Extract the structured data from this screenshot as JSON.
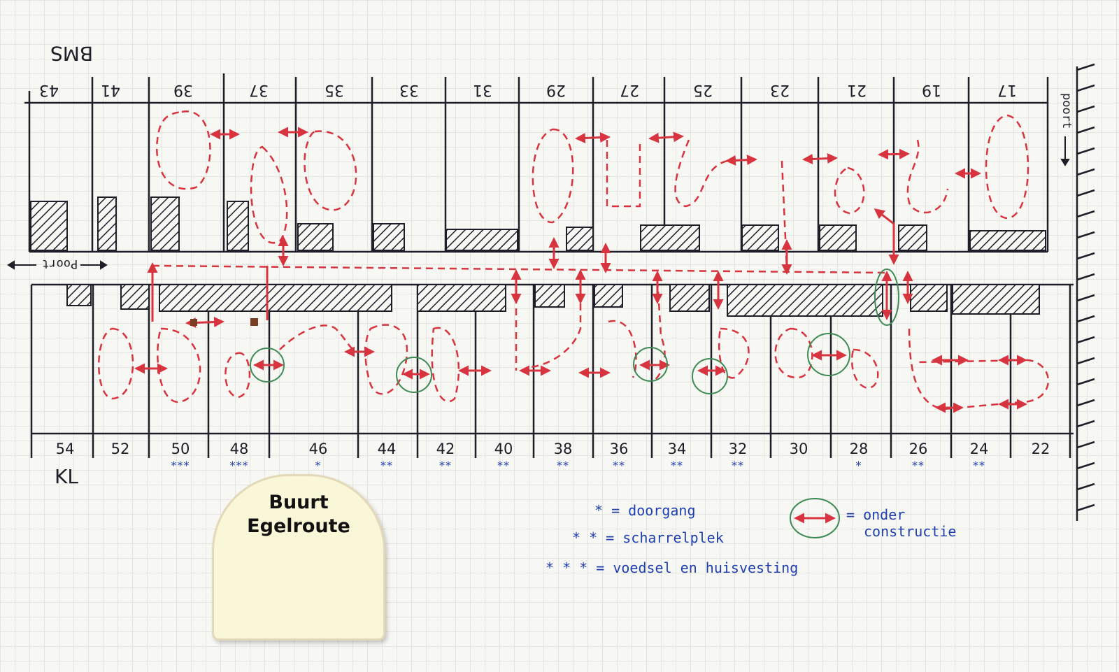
{
  "top_street": "BMS",
  "bottom_street": "KL",
  "gate_middle": "Poort",
  "gate_right": "poort",
  "top_houses": [
    "43",
    "41",
    "39",
    "37",
    "35",
    "33",
    "31",
    "29",
    "27",
    "25",
    "23",
    "21",
    "19",
    "17"
  ],
  "bottom_houses": [
    "54",
    "52",
    "50",
    "48",
    "46",
    "44",
    "42",
    "40",
    "38",
    "36",
    "34",
    "32",
    "30",
    "28",
    "26",
    "24",
    "22"
  ],
  "bottom_stars": [
    "",
    "",
    "***",
    "***",
    "*",
    "**",
    "**",
    "**",
    "**",
    "**",
    "**",
    "**",
    "",
    "*",
    "**",
    "**",
    ""
  ],
  "legend": {
    "doorgang": "* = doorgang",
    "scharrelplek": "* * = scharrelplek",
    "voedsel": "* * * = voedsel en huisvesting",
    "onder": "= onder",
    "constructie": "constructie"
  },
  "badge": {
    "line1": "Buurt",
    "line2": "Egelroute"
  },
  "colors": {
    "route": "#d8343f",
    "ink": "#1e1e28",
    "stars": "#1f3fb0",
    "construction": "#3d8a55"
  }
}
